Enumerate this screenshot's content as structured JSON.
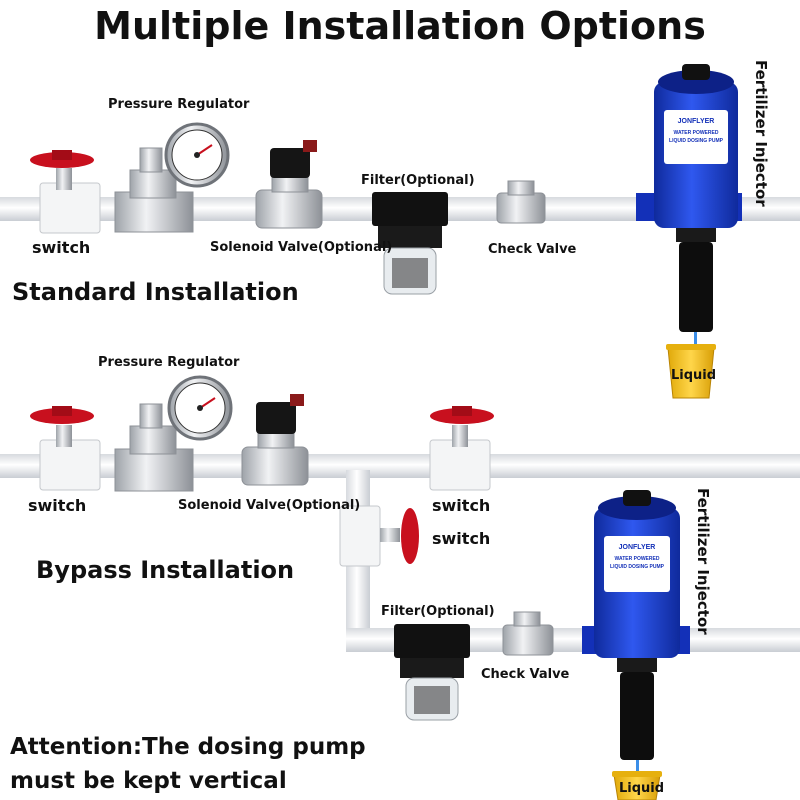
{
  "title": "Multiple Installation Options",
  "standard": {
    "heading": "Standard Installation",
    "labels": {
      "pressure_regulator": "Pressure Regulator",
      "switch": "switch",
      "solenoid_valve": "Solenoid Valve(Optional)",
      "filter": "Filter(Optional)",
      "check_valve": "Check Valve",
      "fertilizer_injector": "Fertilizer Injector",
      "liquid": "Liquid"
    }
  },
  "bypass": {
    "heading": "Bypass Installation",
    "labels": {
      "pressure_regulator": "Pressure Regulator",
      "switch_left": "switch",
      "solenoid_valve": "Solenoid Valve(Optional)",
      "switch_right": "switch",
      "switch_branch": "switch",
      "filter": "Filter(Optional)",
      "check_valve": "Check Valve",
      "fertilizer_injector": "Fertilizer Injector",
      "liquid": "Liquid"
    }
  },
  "pump_label": {
    "brand": "JONFLYER",
    "line1": "WATER POWERED",
    "line2": "LIQUID DOSING PUMP"
  },
  "attention": "Attention:The dosing pump must be kept vertical",
  "colors": {
    "pipe": "#e3e6ea",
    "valve_handle": "#c8101e",
    "brass_nickel": "#c9ccd0",
    "pump_blue": "#1b3fd0",
    "filter_black": "#111111",
    "liquid_yellow": "#f5c21b"
  }
}
